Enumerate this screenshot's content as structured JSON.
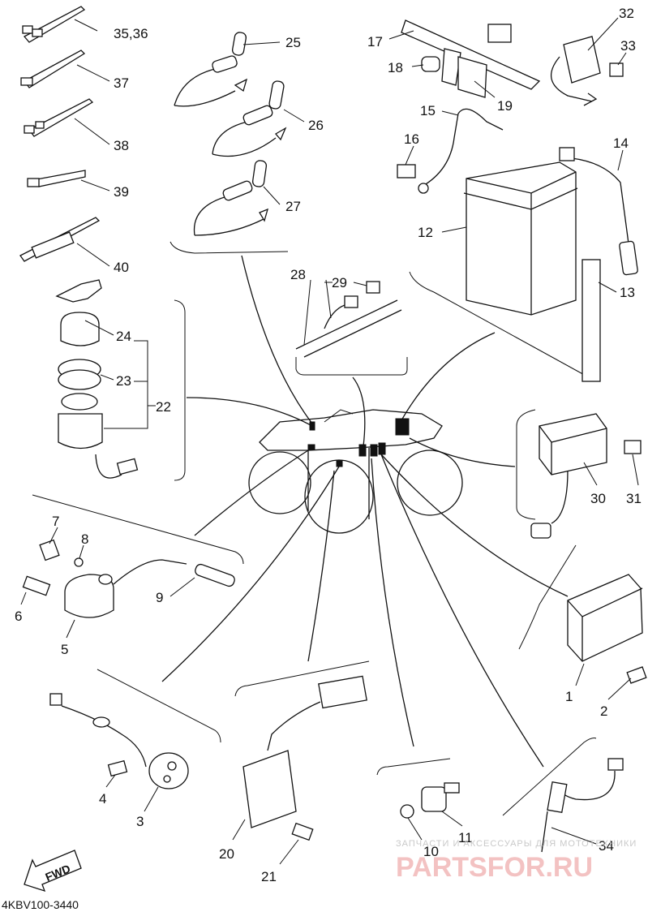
{
  "diagram": {
    "code": "4KBV100-3440",
    "fwd_label": "FWD",
    "watermark_top": "ЗАПЧАСТИ И АКСЕССУАРЫ ДЛЯ МОТОТЕХНИКИ",
    "watermark_brand": "PARTSFOR.RU",
    "callouts": [
      "1",
      "2",
      "3",
      "4",
      "5",
      "6",
      "7",
      "8",
      "9",
      "10",
      "11",
      "12",
      "13",
      "14",
      "15",
      "16",
      "17",
      "18",
      "19",
      "20",
      "21",
      "22",
      "23",
      "24",
      "25",
      "26",
      "27",
      "28",
      "29",
      "30",
      "31",
      "32",
      "33",
      "34",
      "35,36",
      "37",
      "38",
      "39",
      "40"
    ]
  }
}
